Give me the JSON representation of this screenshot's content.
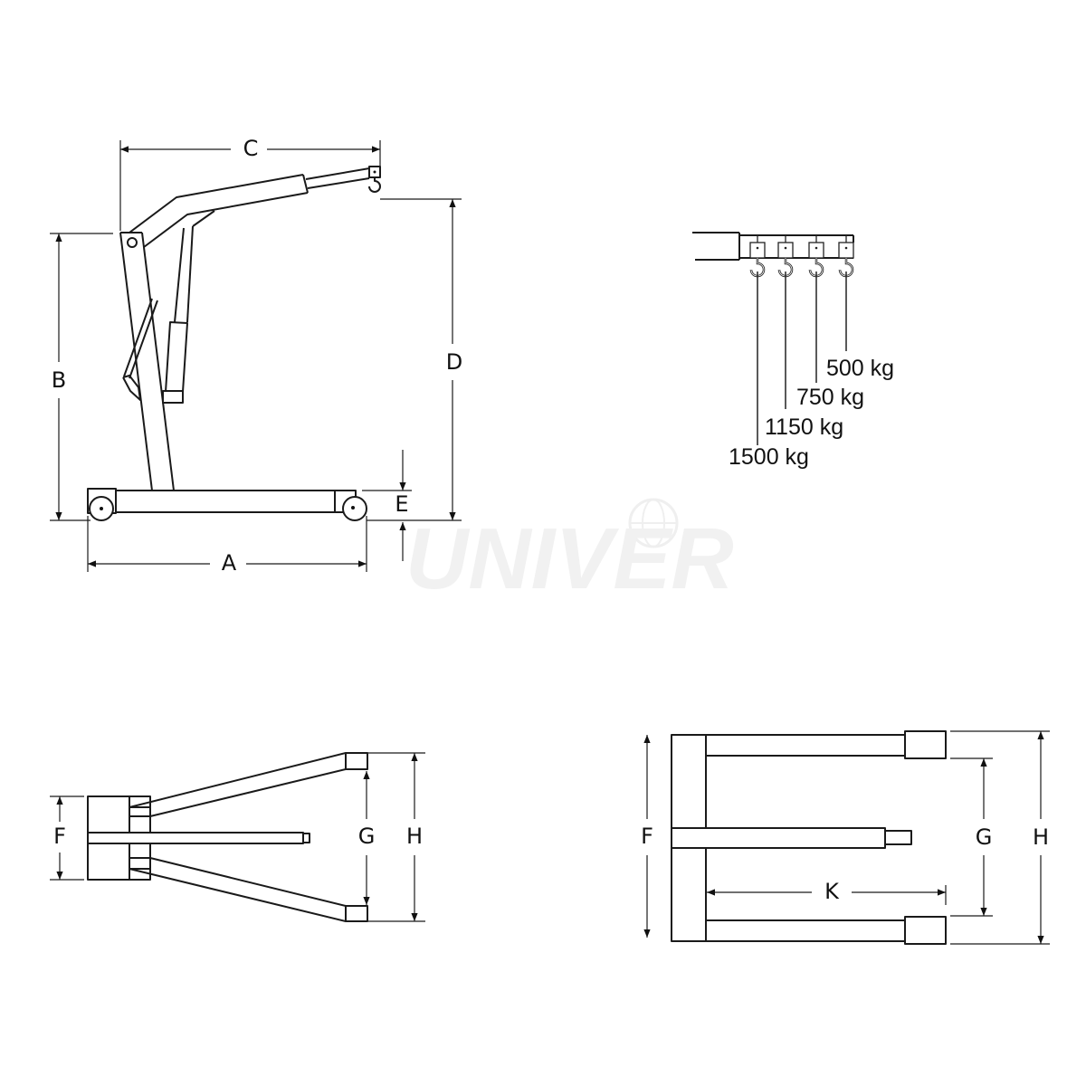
{
  "watermark": {
    "text": "UNIVER",
    "color": "#f1f1f1"
  },
  "side_view": {
    "labels": {
      "A": "A",
      "B": "B",
      "C": "C",
      "D": "D",
      "E": "E"
    }
  },
  "hook_positions": {
    "capacities": [
      "500 kg",
      "750 kg",
      "1150 kg",
      "1500 kg"
    ]
  },
  "top_view_folded": {
    "labels": {
      "F": "F",
      "G": "G",
      "H": "H"
    }
  },
  "top_view_open": {
    "labels": {
      "F": "F",
      "G": "G",
      "H": "H",
      "K": "K"
    }
  },
  "colors": {
    "line": "#1a1a1a",
    "background": "#ffffff"
  }
}
